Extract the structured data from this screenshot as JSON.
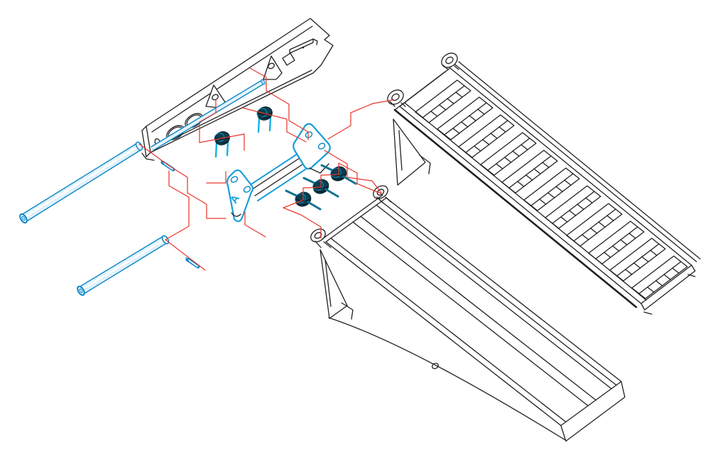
{
  "diagram": {
    "type": "exploded-assembly-technical-drawing",
    "subject": "loading ramp hinge and pin assembly",
    "marking_label": "A",
    "palette": {
      "line": "#231f20",
      "accent": "#1b9ed9",
      "accentdark": "#0a86c4",
      "wire": "#10b3e6",
      "teal": "#0d7390",
      "dark": "#0b3e4e",
      "accentlight": "#e7f4fc",
      "leader": "#e8392e",
      "paper": "#ffffff"
    },
    "parts": [
      {
        "id": "frame-beam",
        "label": "trailer frame channel beam",
        "style": "black outline",
        "features": [
          "two oval lightening holes",
          "two pivot lugs with holes",
          "end stop block"
        ]
      },
      {
        "id": "pivot-tube-upper",
        "label": "long pivot pin tube (upper)",
        "style": "cyan highlighted"
      },
      {
        "id": "pivot-tube-lower",
        "label": "long pivot pin tube (lower)",
        "style": "cyan highlighted"
      },
      {
        "id": "pin-shaft",
        "label": "thin pin shaft through beam lugs",
        "style": "cyan highlighted"
      },
      {
        "id": "cotter-pin-upper",
        "label": "cotter pin (upper)",
        "style": "cyan highlighted"
      },
      {
        "id": "cotter-pin-lower",
        "label": "cotter pin (lower)",
        "style": "cyan highlighted"
      },
      {
        "id": "wire-clip-left",
        "label": "spring wire lock clip",
        "style": "dark cylinder with wire legs"
      },
      {
        "id": "wire-clip-right",
        "label": "spring wire lock clip",
        "style": "dark cylinder with wire legs"
      },
      {
        "id": "crossbar-bracket",
        "label": "hinge crossbar with end plates",
        "style": "cyan highlighted",
        "marking": "A"
      },
      {
        "id": "lock-pin-1",
        "label": "lock pin with handle",
        "style": "dark cylinder with rod"
      },
      {
        "id": "lock-pin-2",
        "label": "lock pin with handle",
        "style": "dark cylinder with rod"
      },
      {
        "id": "lock-pin-3",
        "label": "lock pin with handle",
        "style": "dark cylinder with rod"
      },
      {
        "id": "ramp-ladder",
        "label": "ladder-style loading ramp",
        "style": "black outline",
        "tread_count": 11,
        "features": [
          "two hinge eyelets",
          "support leg"
        ]
      },
      {
        "id": "ramp-flat",
        "label": "flat-deck loading ramp",
        "style": "black outline",
        "features": [
          "two hinge eyelets",
          "support leg",
          "side hole"
        ]
      },
      {
        "id": "leader-lines",
        "label": "assembly alignment leader lines",
        "style": "red"
      }
    ]
  }
}
